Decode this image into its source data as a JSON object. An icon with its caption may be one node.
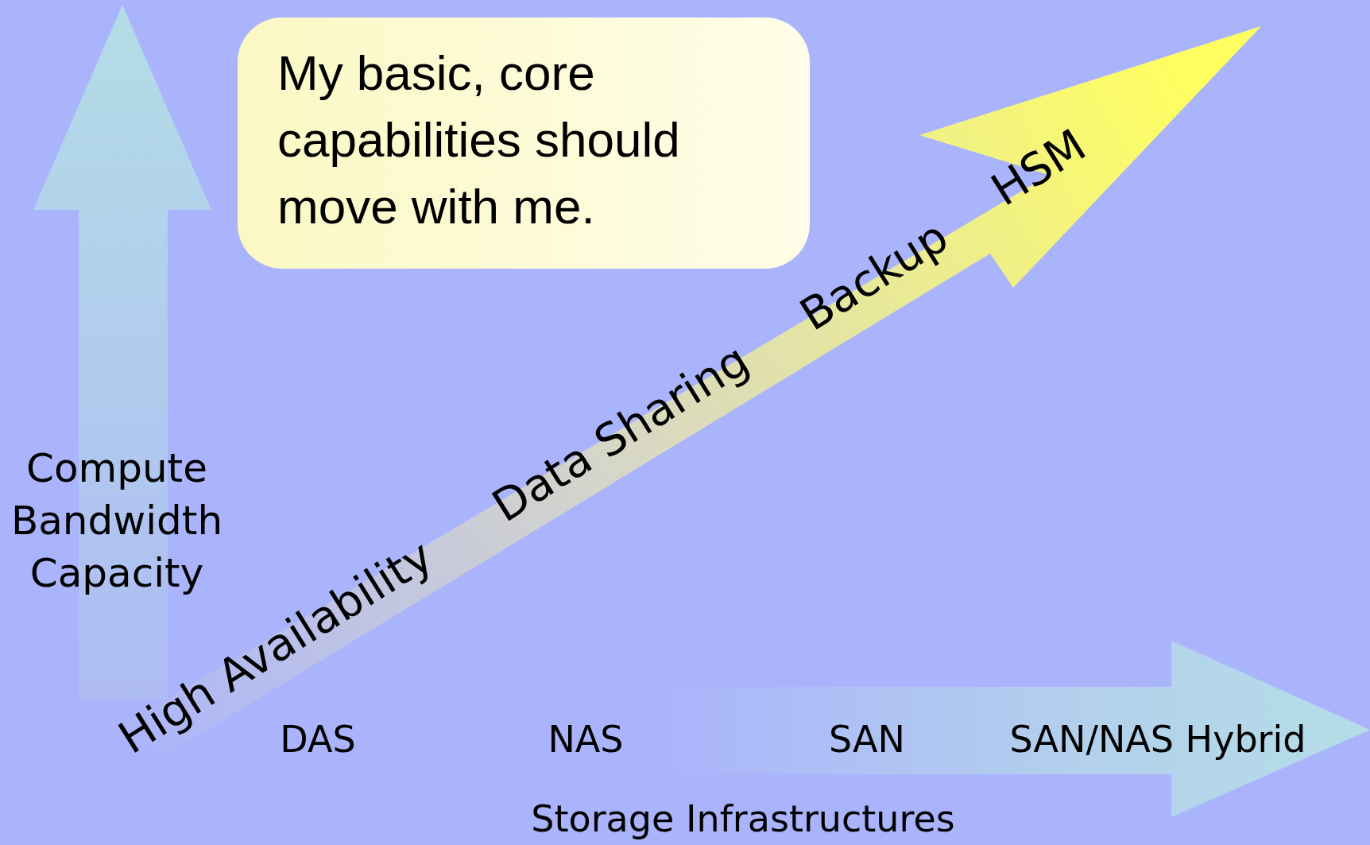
{
  "diagram": {
    "nodes": [
      {
        "text": [
          "My basic, core capabilities should move with me."
        ]
      }
    ],
    "labels": [
      "Compute Bandwidth Capacity",
      "High Availability",
      "Data Sharing",
      "Backup",
      "HSM",
      "DAS",
      "NAS",
      "SAN",
      "SAN/NAS Hybrid",
      "Storage Infrastructures"
    ]
  }
}
